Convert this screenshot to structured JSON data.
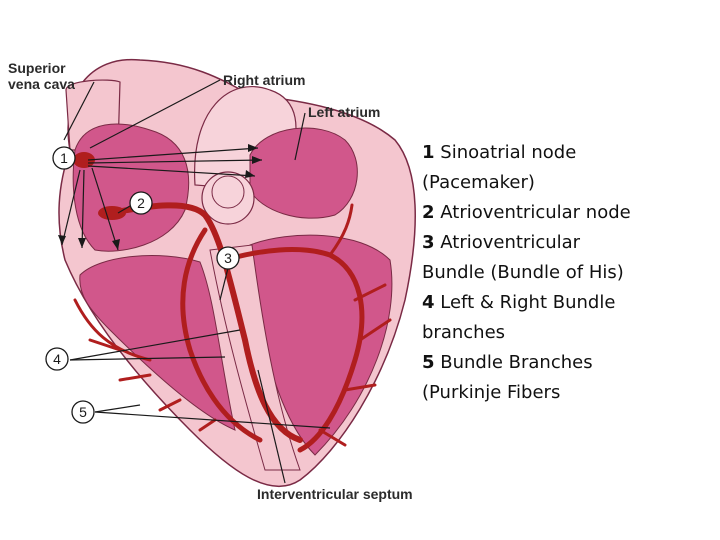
{
  "labels": {
    "superior_vena_cava": [
      "Superior",
      "vena cava"
    ],
    "right_atrium": "Right atrium",
    "left_atrium": "Left atrium",
    "interventricular_septum": "Interventricular septum"
  },
  "markers": [
    "1",
    "2",
    "3",
    "4",
    "5"
  ],
  "legend": [
    {
      "num": "1",
      "text": "Sinoatrial node"
    },
    {
      "num": "",
      "text": "(Pacemaker)"
    },
    {
      "num": "2",
      "text": "Atrioventricular node"
    },
    {
      "num": "3",
      "text": "Atrioventricular"
    },
    {
      "num": "",
      "text": "Bundle (Bundle of His)"
    },
    {
      "num": "4",
      "text": "Left & Right Bundle"
    },
    {
      "num": "",
      "text": "branches"
    },
    {
      "num": "5",
      "text": "Bundle Branches"
    },
    {
      "num": "",
      "text": "(Purkinje Fibers"
    }
  ],
  "colors": {
    "tissue_outer": "#f4c6cf",
    "chamber": "#d1578b",
    "chamber_dark": "#b93f72",
    "conduction": "#b01e1e",
    "outline": "#7a2a45",
    "text": "#2b2b2b"
  }
}
